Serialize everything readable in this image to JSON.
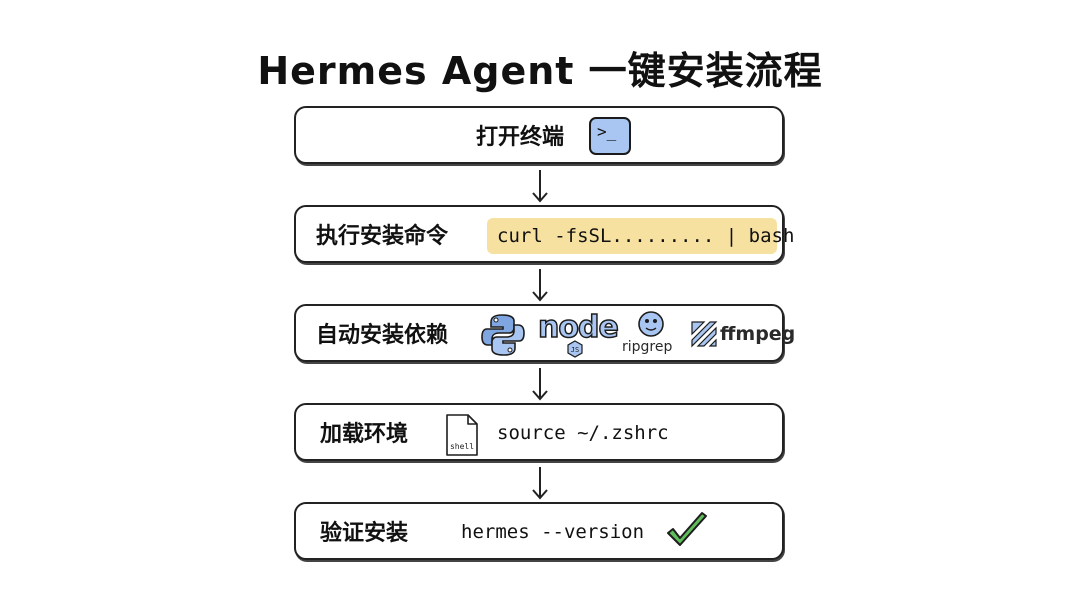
{
  "title": "Hermes Agent 一键安装流程",
  "steps": [
    {
      "label": "打开终端",
      "icon": "terminal-icon",
      "icon_text": ">_"
    },
    {
      "label": "执行安装命令",
      "command": "curl -fsSL......... | bash"
    },
    {
      "label": "自动安装依赖",
      "deps": [
        "python-logo-icon",
        "node",
        "ripgrep",
        "ffmpeg"
      ]
    },
    {
      "label": "加载环境",
      "file_icon_text": "shell",
      "command": "source ~/.zshrc"
    },
    {
      "label": "验证安装",
      "command": "hermes --version",
      "status_icon": "checkmark-icon"
    }
  ],
  "colors": {
    "terminal_icon": "#a9c6f2",
    "command_highlight": "#f7e1a1",
    "logo_blue": "#7fa6e0",
    "check_green": "#5fbd5a"
  }
}
